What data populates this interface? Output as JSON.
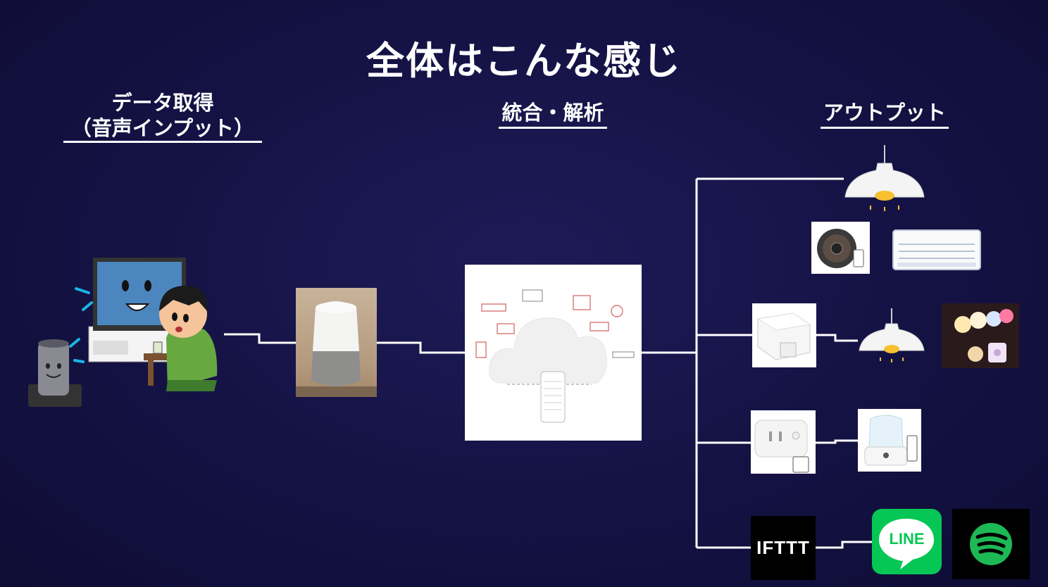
{
  "title": "全体はこんな感じ",
  "columns": {
    "input": {
      "line1": "データ取得",
      "line2": "（音声インプット）"
    },
    "hub": {
      "label": "統合・解析"
    },
    "output": {
      "label": "アウトプット"
    }
  },
  "ifttt": {
    "label": "IFTTT"
  },
  "line_app": {
    "label": "LINE"
  },
  "colors": {
    "background": "#141243",
    "line_green": "#06c755",
    "spotify_green": "#1db954",
    "alexa_blue": "#19b5e6"
  }
}
